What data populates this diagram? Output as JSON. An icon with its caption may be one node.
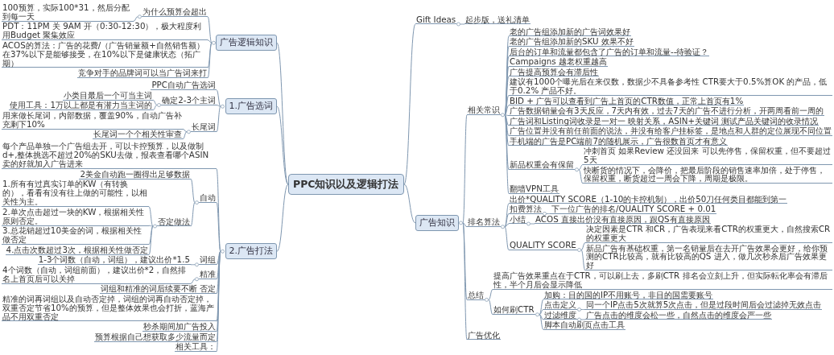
{
  "diagram": {
    "nodes": [
      {
        "text": [
          "PPC知识以及逻辑打法"
        ]
      },
      {
        "text": [
          "广告逻辑知识"
        ]
      },
      {
        "text": [
          "100预算，实际100*31，然后分配到每一天"
        ]
      },
      {
        "text": [
          "为什么预算会超出"
        ]
      },
      {
        "text": [
          "PDT：11PM 关 9AM 开（0:30-12:30），极大程度利用Budget 聚集效应"
        ]
      },
      {
        "text": [
          "ACOS的算法：广告的花费/（广告销量额+自然销售额）在37%以下是能够接受，在10%以下是健康状态（拓广期）"
        ]
      },
      {
        "text": [
          "竞争对手的品牌词可以当广告词来打"
        ]
      },
      {
        "text": [
          "1.广告选词"
        ]
      },
      {
        "text": [
          "PPC自动广告选词"
        ]
      },
      {
        "text": [
          "确定2-3个主词"
        ]
      },
      {
        "text": [
          "小类目最后一个可当主词"
        ]
      },
      {
        "text": [
          "使用工具：1万以上都是有潜力当主词的"
        ]
      },
      {
        "text": [
          "长尾词"
        ]
      },
      {
        "text": [
          "用来做长尾词，内部数据，覆盖90%，自动广告补充剩下10%"
        ]
      },
      {
        "text": [
          "长尾词一个个相关性审查"
        ]
      },
      {
        "text": [
          "2.广告打法"
        ]
      },
      {
        "text": [
          "每个产品单独一个广告组去开，可以卡控预算，以及做制d+,整体挑选不超过20%的SKU去做，报表查看哪个ASIN卖的好就加入广告进来"
        ]
      },
      {
        "text": [
          "自动"
        ]
      },
      {
        "text": [
          "2美金自动跑一圈得出足够数据"
        ]
      },
      {
        "text": [
          "否定做法"
        ]
      },
      {
        "text": [
          "1.所有有过真实订单的KW（有转换的），看看有没有往上做的可能性，以相关性为主。"
        ]
      },
      {
        "text": [
          "2.单次点击超过一块的KW，根据相关性原则否定。"
        ]
      },
      {
        "text": [
          "3.总花销超过10美金的词，根据相关性做否定"
        ]
      },
      {
        "text": [
          "4.点击次数超过3次，根据相关性做否定"
        ]
      },
      {
        "text": [
          "词组"
        ]
      },
      {
        "text": [
          "1-3个词数（自动，词组），建议出价*1.5"
        ]
      },
      {
        "text": [
          "精准"
        ]
      },
      {
        "text": [
          "4个词数（自动，词组前面），建议出价*2，自然排名上首页后可以关掉"
        ]
      },
      {
        "text": [
          "词组和精准的词后续要不断 否定"
        ]
      },
      {
        "text": [
          "精准的词再词组以及自动否定掉，词组的词再自动否定掉，双重否定节省10%的预算，但是整体效果也会打折，蓝海产品不用双重否定"
        ]
      },
      {
        "text": [
          "秒杀期间加广告投入"
        ]
      },
      {
        "text": [
          "预算根据自己想获取多少流量而定"
        ]
      },
      {
        "text": [
          "相关工具："
        ]
      },
      {
        "text": [
          "广告知识"
        ]
      },
      {
        "text": [
          "Gift Ideas"
        ]
      },
      {
        "text": [
          "起步版，送礼清单"
        ]
      },
      {
        "text": [
          "相关常识"
        ]
      },
      {
        "text": [
          "老的广告组添加新的广告词效果好"
        ]
      },
      {
        "text": [
          "老的广告组添加新的SKU 效果不好"
        ]
      },
      {
        "text": [
          "后台的订单和流量都包含了广告的订单和流量--待验证？"
        ]
      },
      {
        "text": [
          "Campaigns 越老权重越高"
        ]
      },
      {
        "text": [
          "广告提高预算会有滞后性"
        ]
      },
      {
        "text": [
          "建议有1000个曝光后在来仅数，数据少不具备参考性 CTR要大于0.5%算OK 的产品，低于0.2% 产品不好。"
        ]
      },
      {
        "text": [
          "BID + 广告可以查看到广告上首页的CTR数值，正常上首页有1%"
        ]
      },
      {
        "text": [
          "广告数据销量会有3天反应，7天内有效，过去7天的广告不进行分析，开两周看前一周的"
        ]
      },
      {
        "text": [
          "广告词和Listing词收录是一对一 映射关系，ASIN+关键词 测试产品关键词的收录情况"
        ]
      },
      {
        "text": [
          "广告位置并没有前任前面的说法，并没有给客户挂标签，是地点和人群的定位展现不同位置"
        ]
      },
      {
        "text": [
          "手机端的广告是PC端前7的随机展示，广告很数首页才有意义"
        ]
      },
      {
        "text": [
          "新品权重会有保留"
        ]
      },
      {
        "text": [
          "冲刺首页 如果Review 还没回来 可以先停售，保留权重，但不要超过5天"
        ]
      },
      {
        "text": [
          "快断货的情况下，会降价，把最后阶段的销售速率加倍，处于停售，保留权重，断货超过一周会下降，周期是极限。"
        ]
      },
      {
        "text": [
          "翻墙VPN工具"
        ]
      },
      {
        "text": [
          "排名算法"
        ]
      },
      {
        "text": [
          "出价*QUALITY SCORE（1-10的卡控机制），出价50刀任何类目都能到第一"
        ]
      },
      {
        "text": [
          "扣费算法"
        ]
      },
      {
        "text": [
          "下一位广告的排名/QUALITY SCORE + 0.01"
        ]
      },
      {
        "text": [
          "小结"
        ]
      },
      {
        "text": [
          "ACOS 直接出价没有直接原因，跟QS有直接原因"
        ]
      },
      {
        "text": [
          "QUALITY SCORE"
        ]
      },
      {
        "text": [
          "决定因素是CTR 和CR，广告表现来看CTR的权重更大，自然搜索CR的权重更大"
        ]
      },
      {
        "text": [
          "新品广告有基础权重，第一名销量后在去开广告效果会更好，给你预测的CTR比较高，就有比较高的QS 进入，做几次秒杀后广告效果更好"
        ]
      },
      {
        "text": [
          "总结"
        ]
      },
      {
        "text": [
          "提高广告效果重点在于CTR，可以刷上去，多刷CTR 排名会立刻上升，但实际転化率会有滞后性，半个月后会显示降低"
        ]
      },
      {
        "text": [
          "如何刷CTR"
        ]
      },
      {
        "text": [
          "加购：目的国的IP不用账号，非目的国需要账号"
        ]
      },
      {
        "text": [
          "点击定义"
        ]
      },
      {
        "text": [
          "同一个IP点击5次就算5次点击，但是过段时间后会过滤掉无效点击"
        ]
      },
      {
        "text": [
          "过滤维度"
        ]
      },
      {
        "text": [
          "广告点击的维度会松一些，自然点击的维度会严一些"
        ]
      },
      {
        "text": [
          "脚本自动刷页点击工具"
        ]
      },
      {
        "text": [
          "广告优化"
        ]
      }
    ],
    "edges": [
      {
        "from": 0,
        "to": 1,
        "arrow": "none"
      },
      {
        "from": 1,
        "to": 3,
        "arrow": "none"
      },
      {
        "from": 3,
        "to": 2,
        "arrow": "none"
      },
      {
        "from": 1,
        "to": 4,
        "arrow": "none"
      },
      {
        "from": 1,
        "to": 5,
        "arrow": "none"
      },
      {
        "from": 1,
        "to": 6,
        "arrow": "none"
      },
      {
        "from": 0,
        "to": 7,
        "arrow": "none"
      },
      {
        "from": 7,
        "to": 8,
        "arrow": "none"
      },
      {
        "from": 7,
        "to": 9,
        "arrow": "none"
      },
      {
        "from": 9,
        "to": 10,
        "arrow": "none"
      },
      {
        "from": 9,
        "to": 11,
        "arrow": "none"
      },
      {
        "from": 7,
        "to": 12,
        "arrow": "none"
      },
      {
        "from": 12,
        "to": 13,
        "arrow": "none"
      },
      {
        "from": 12,
        "to": 14,
        "arrow": "none"
      },
      {
        "from": 0,
        "to": 15,
        "arrow": "none"
      },
      {
        "from": 15,
        "to": 16,
        "arrow": "none"
      },
      {
        "from": 15,
        "to": 17,
        "arrow": "none"
      },
      {
        "from": 17,
        "to": 18,
        "arrow": "none"
      },
      {
        "from": 17,
        "to": 19,
        "arrow": "none"
      },
      {
        "from": 19,
        "to": 20,
        "arrow": "none"
      },
      {
        "from": 19,
        "to": 21,
        "arrow": "none"
      },
      {
        "from": 19,
        "to": 22,
        "arrow": "none"
      },
      {
        "from": 19,
        "to": 23,
        "arrow": "none"
      },
      {
        "from": 15,
        "to": 24,
        "arrow": "none"
      },
      {
        "from": 24,
        "to": 25,
        "arrow": "none"
      },
      {
        "from": 15,
        "to": 26,
        "arrow": "none"
      },
      {
        "from": 26,
        "to": 27,
        "arrow": "none"
      },
      {
        "from": 15,
        "to": 28,
        "arrow": "none"
      },
      {
        "from": 15,
        "to": 29,
        "arrow": "none"
      },
      {
        "from": 15,
        "to": 30,
        "arrow": "none"
      },
      {
        "from": 15,
        "to": 31,
        "arrow": "none"
      },
      {
        "from": 15,
        "to": 32,
        "arrow": "none"
      },
      {
        "from": 0,
        "to": 33,
        "arrow": "none"
      },
      {
        "from": 0,
        "to": 34,
        "arrow": "none"
      },
      {
        "from": 34,
        "to": 35,
        "arrow": "none"
      },
      {
        "from": 33,
        "to": 36,
        "arrow": "none"
      },
      {
        "from": 36,
        "to": 37,
        "arrow": "none"
      },
      {
        "from": 36,
        "to": 38,
        "arrow": "none"
      },
      {
        "from": 36,
        "to": 39,
        "arrow": "none"
      },
      {
        "from": 36,
        "to": 40,
        "arrow": "none"
      },
      {
        "from": 36,
        "to": 41,
        "arrow": "none"
      },
      {
        "from": 36,
        "to": 42,
        "arrow": "none"
      },
      {
        "from": 36,
        "to": 43,
        "arrow": "none"
      },
      {
        "from": 36,
        "to": 44,
        "arrow": "none"
      },
      {
        "from": 36,
        "to": 45,
        "arrow": "none"
      },
      {
        "from": 36,
        "to": 46,
        "arrow": "none"
      },
      {
        "from": 36,
        "to": 47,
        "arrow": "none"
      },
      {
        "from": 36,
        "to": 48,
        "arrow": "none"
      },
      {
        "from": 48,
        "to": 49,
        "arrow": "none"
      },
      {
        "from": 48,
        "to": 50,
        "arrow": "none"
      },
      {
        "from": 36,
        "to": 51,
        "arrow": "none"
      },
      {
        "from": 33,
        "to": 52,
        "arrow": "none"
      },
      {
        "from": 52,
        "to": 53,
        "arrow": "none"
      },
      {
        "from": 52,
        "to": 54,
        "arrow": "none"
      },
      {
        "from": 54,
        "to": 55,
        "arrow": "none"
      },
      {
        "from": 52,
        "to": 56,
        "arrow": "none"
      },
      {
        "from": 56,
        "to": 57,
        "arrow": "none"
      },
      {
        "from": 52,
        "to": 58,
        "arrow": "none"
      },
      {
        "from": 58,
        "to": 59,
        "arrow": "none"
      },
      {
        "from": 58,
        "to": 60,
        "arrow": "none"
      },
      {
        "from": 33,
        "to": 61,
        "arrow": "none"
      },
      {
        "from": 61,
        "to": 62,
        "arrow": "none"
      },
      {
        "from": 61,
        "to": 63,
        "arrow": "none"
      },
      {
        "from": 63,
        "to": 64,
        "arrow": "none"
      },
      {
        "from": 63,
        "to": 65,
        "arrow": "none"
      },
      {
        "from": 65,
        "to": 66,
        "arrow": "none"
      },
      {
        "from": 63,
        "to": 67,
        "arrow": "none"
      },
      {
        "from": 67,
        "to": 68,
        "arrow": "none"
      },
      {
        "from": 63,
        "to": 69,
        "arrow": "none"
      },
      {
        "from": 33,
        "to": 70,
        "arrow": "none"
      }
    ]
  }
}
